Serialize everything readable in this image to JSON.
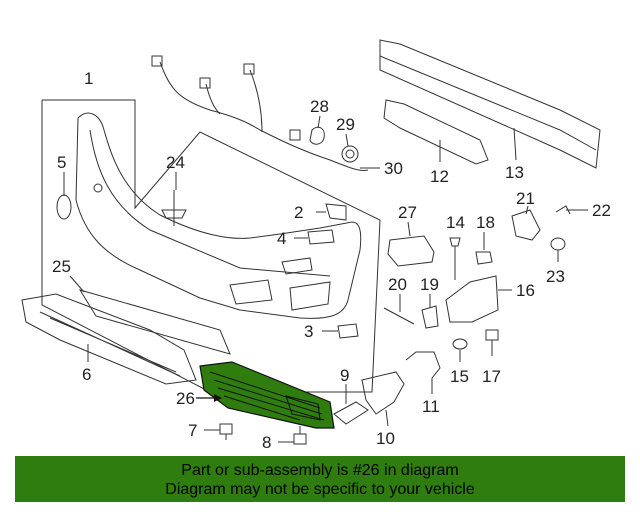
{
  "callouts": {
    "c1": "1",
    "c2": "2",
    "c3": "3",
    "c4": "4",
    "c5": "5",
    "c6": "6",
    "c7": "7",
    "c8": "8",
    "c9": "9",
    "c10": "10",
    "c11": "11",
    "c12": "12",
    "c13": "13",
    "c14": "14",
    "c15": "15",
    "c16": "16",
    "c17": "17",
    "c18": "18",
    "c19": "19",
    "c20": "20",
    "c21": "21",
    "c22": "22",
    "c23": "23",
    "c24": "24",
    "c25": "25",
    "c26": "26",
    "c27": "27",
    "c28": "28",
    "c29": "29",
    "c30": "30"
  },
  "highlight": {
    "part": "26",
    "color": "#2e7d0e"
  },
  "banner": {
    "line1": "Part or sub-assembly is #26 in diagram",
    "line2": "Diagram may not be specific to your vehicle",
    "color": "#2e7d0e"
  }
}
